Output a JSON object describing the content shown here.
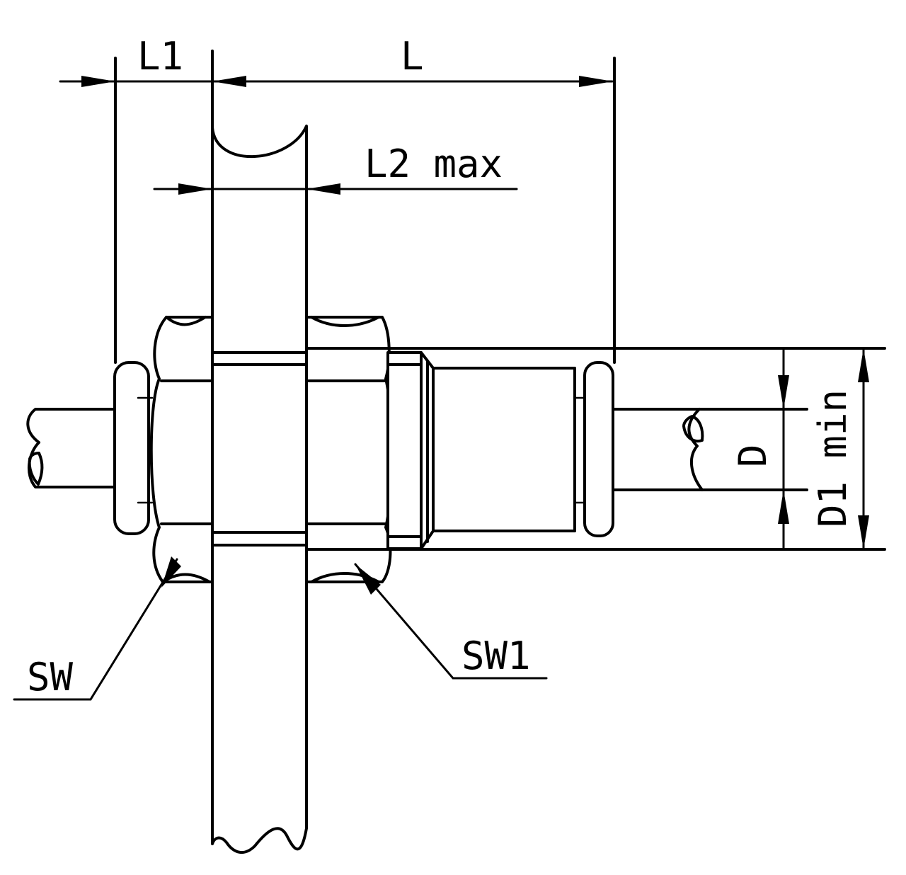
{
  "drawing": {
    "labels": {
      "l1": "L1",
      "l": "L",
      "l2max": "L2 max",
      "d": "D",
      "d1min": "D1 min",
      "sw": "SW",
      "sw1": "SW1"
    }
  }
}
